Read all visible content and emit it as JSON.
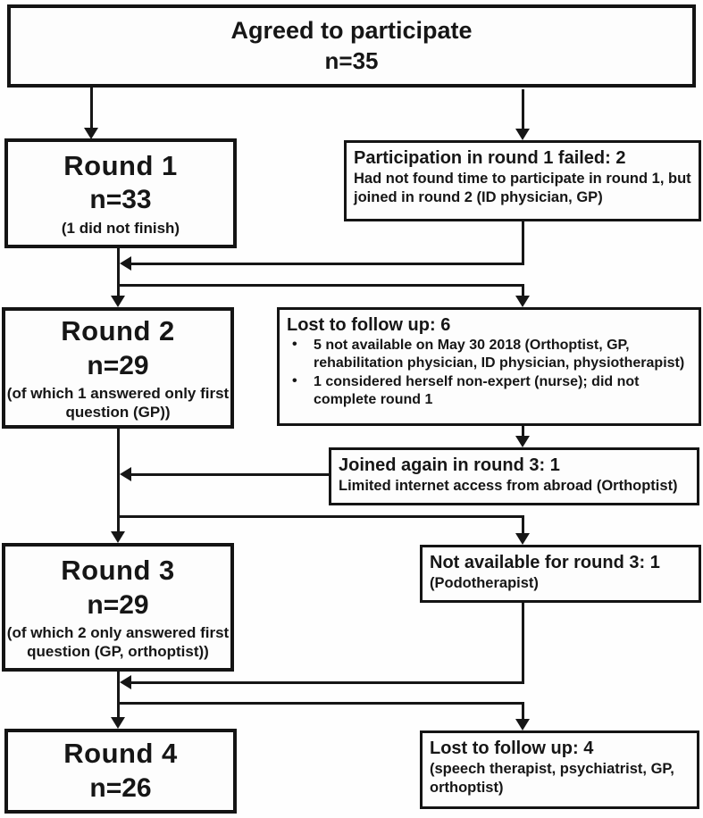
{
  "colors": {
    "line": "#161616",
    "border": "#141414",
    "background": "#fefefe",
    "text": "#161616"
  },
  "boxes": {
    "agreed": {
      "title": "Agreed to participate",
      "n": "n=35"
    },
    "round1": {
      "title": "Round 1",
      "n": "n=33",
      "note": "(1 did not finish)"
    },
    "round1_failed": {
      "heading": "Participation in round 1 failed:",
      "count": "2",
      "body": "Had not found time to participate in round 1, but joined in round 2 (ID physician, GP)"
    },
    "round2": {
      "title": "Round 2",
      "n": "n=29",
      "note": "(of which 1 answered only first question (GP))"
    },
    "lost_followup_6": {
      "heading": "Lost to follow up:",
      "count": "6",
      "bullet_mark": "•",
      "bullets": [
        "5 not available on May 30 2018 (Orthoptist, GP, rehabilitation physician, ID physician, physiotherapist)",
        "1 considered herself non-expert (nurse); did not complete round 1"
      ]
    },
    "joined_round3": {
      "heading": "Joined again in round 3:",
      "count": "1",
      "body": "Limited internet access from abroad (Orthoptist)"
    },
    "round3": {
      "title": "Round 3",
      "n": "n=29",
      "note": "(of which 2 only answered first question (GP, orthoptist))"
    },
    "not_available_round3": {
      "heading": "Not available for round 3:",
      "count": "1",
      "body": "(Podotherapist)"
    },
    "round4": {
      "title": "Round 4",
      "n": "n=26"
    },
    "lost_followup_4": {
      "heading": "Lost to follow up:",
      "count": "4",
      "body": "(speech therapist, psychiatrist, GP, orthoptist)"
    }
  }
}
